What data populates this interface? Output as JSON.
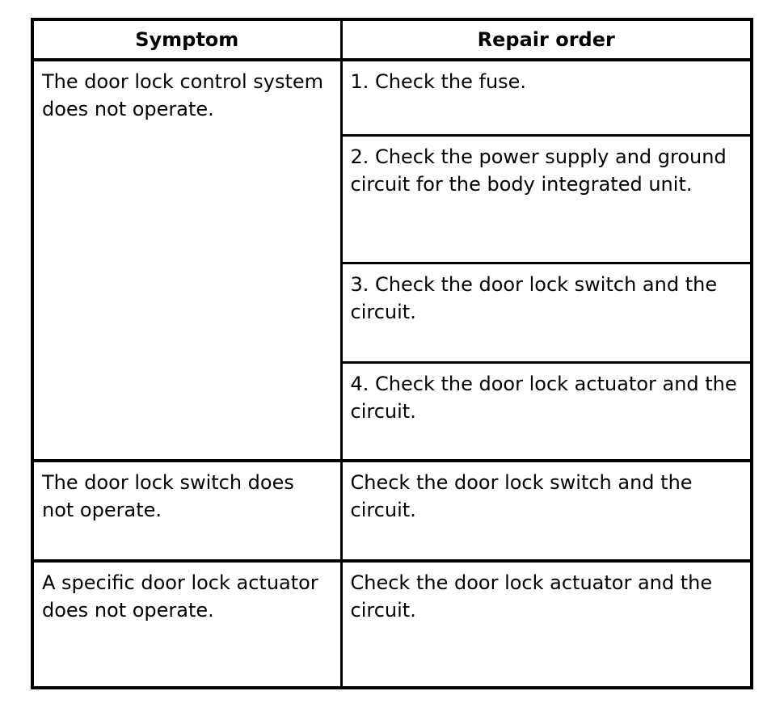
{
  "page": {
    "background_color": "#ffffff",
    "text_color": "#000000",
    "border_color": "#000000"
  },
  "table": {
    "headers": {
      "symptom": "Symptom",
      "repair_order": "Repair order"
    },
    "rows": [
      {
        "symptom": "The door lock control system does not operate.",
        "repair_orders": [
          "1. Check the fuse.",
          "2. Check the power supply and ground circuit for the body integrated unit.",
          "3. Check the door lock switch and the circuit.",
          "4. Check the door lock actuator and the circuit."
        ]
      },
      {
        "symptom": "The door lock switch does not operate.",
        "repair_orders": [
          "Check the door lock switch and the circuit."
        ]
      },
      {
        "symptom": "A specific door lock actuator does not operate.",
        "repair_orders": [
          "Check the door lock actuator and the circuit."
        ]
      }
    ]
  }
}
